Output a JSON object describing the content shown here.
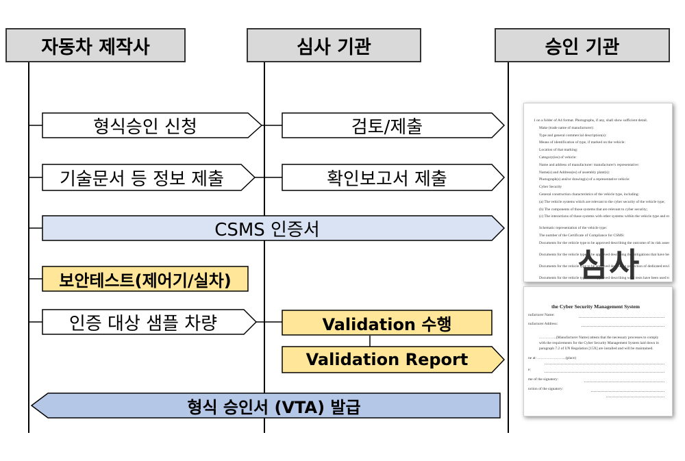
{
  "headers": {
    "manufacturer": "자동차 제작사",
    "examiner": "심사 기관",
    "approver": "승인 기관"
  },
  "flows": {
    "type_approval_request": "형식승인 신청",
    "review_submit": "검토/제출",
    "tech_doc_submit": "기술문서 등 정보 제출",
    "verification_report": "확인보고서 제출",
    "csms_certificate": "CSMS 인증서",
    "security_test": "보안테스트(제어기/실차)",
    "sample_vehicle": "인증 대상 샘플 차량",
    "validation": "Validation 수행",
    "validation_report": "Validation Report",
    "vta_issue": "형식 승인서 (VTA) 발급"
  },
  "colors": {
    "blue_fill": "#dae3f3",
    "blue_strong": "#b4c7e7",
    "yellow_fill": "#ffe699",
    "header_fill": "#d9d9d9"
  },
  "document1": {
    "stamp": "심사",
    "lines": [
      "1 on a folder of A4 format. Photographs, if any, shall show sufficient detail.",
      "Make (trade name of manufacturer):",
      "Type and general commercial description(s):",
      "Means of identification of type, if marked on the vehicle:",
      "Location of that marking:",
      "Category(ies) of vehicle:",
      "Name and address of manufacturer/ manufacturer's representative:",
      "Name(s) and Address(es) of assembly plant(s):",
      "Photograph(s) and/or drawing(s) of a representative vehicle:",
      "Cyber Security",
      "General construction characteristics of the vehicle type, including:",
      "(a)    The vehicle systems which are relevant to the cyber security of the vehicle type;",
      "(b)    The components of those systems that are relevant to cyber security;",
      "(c)    The interactions of those systems with other systems within the vehicle type and external interfaces.",
      "Schematic representation of the vehicle type:",
      "The number of the Certificate of Compliance for CSMS:",
      "Documents for the vehicle type to be approved describing the outcome of its risk assessment and the identified risks:",
      "Documents for the vehicle type to be approved describing the mitigations that have been implemented on the systems listed, or to the vehicle type, and how they address the stated risks:",
      "Documents for the vehicle type to be approved describing protection of dedicated environments for aftermarket software, services, applications or data:",
      "Documents for the vehicle type to be approved describing what tests have been used to verify the cyber security of the vehicle type and its systems and the outcome of those tests:"
    ]
  },
  "document2": {
    "title": "the Cyber Security Management System",
    "lines": [
      "nufacturer Name:",
      "nufacturer Address:",
      "…………..(Manufacturer Name) attests that the necessary processes to comply with the requirements for the Cyber Security Management System laid down in paragraph 7.2 of UN Regulation [15X] are installed and will be maintained.",
      "ne at:                …………………..(place)",
      "e:",
      "me of the signatory:",
      "nction of the signatory:"
    ]
  }
}
